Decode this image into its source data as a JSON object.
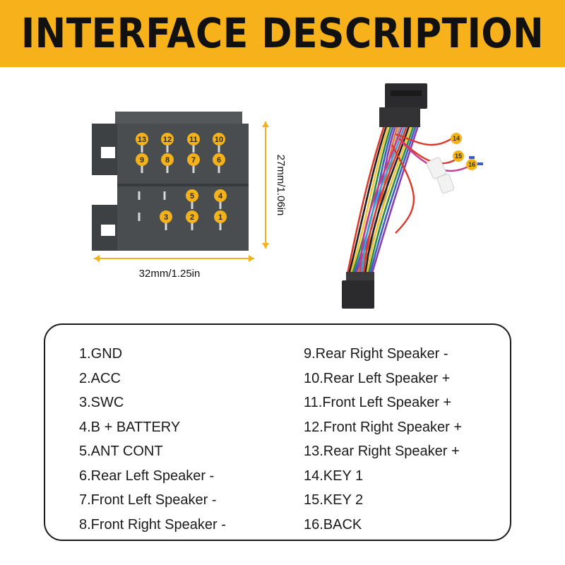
{
  "header": {
    "title": "INTERFACE DESCRIPTION",
    "background": "#f7b21b"
  },
  "connector": {
    "width_label": "32mm/1.25in",
    "height_label": "27mm/1.06in",
    "body_color": "#4a4d4f",
    "pin_color": "#f4b21a",
    "dimension_color": "#f4b21a",
    "top_pins": [
      "13",
      "12",
      "11",
      "10",
      "9",
      "8",
      "7",
      "6"
    ],
    "bottom_pins": [
      "5",
      "4",
      "3",
      "2",
      "1"
    ]
  },
  "harness": {
    "wire_tags": [
      "14",
      "15",
      "16"
    ],
    "wire_colors": [
      "#d93a2b",
      "#1f1f1f",
      "#f2c230",
      "#2e8b3e",
      "#3a5fc4",
      "#8a3fb0",
      "#e07a2a",
      "#9a9a9a",
      "#c83a8a",
      "#3fa0d0"
    ]
  },
  "legend": {
    "left": [
      "1.GND",
      "2.ACC",
      "3.SWC",
      "4.B + BATTERY",
      "5.ANT CONT",
      "6.Rear Left Speaker -",
      "7.Front Left Speaker  -",
      "8.Front Right Speaker -"
    ],
    "right": [
      "9.Rear Right Speaker -",
      "10.Rear Left Speaker +",
      "11.Front Left Speaker +",
      "12.Front Right Speaker +",
      "13.Rear Right Speaker +",
      "14.KEY 1",
      "15.KEY 2",
      "16.BACK"
    ]
  }
}
